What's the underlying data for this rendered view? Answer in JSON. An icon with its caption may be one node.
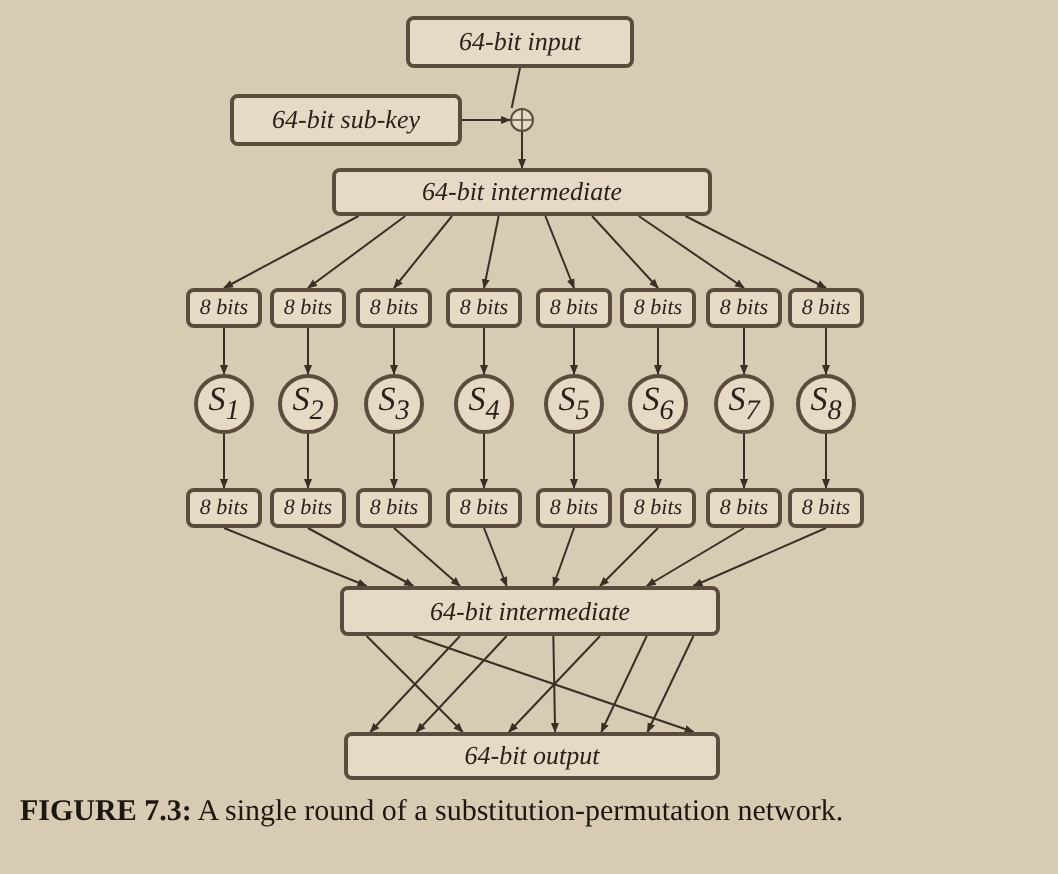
{
  "diagram": {
    "caption": "**FIGURE 7.3:** A single round of a substitution-permutation network.",
    "nodes": [
      {
        "text": [
          "64-bit input"
        ]
      },
      {
        "text": [
          "64-bit sub-key"
        ]
      },
      {
        "text": [],
        "shape": "circle"
      },
      {
        "text": [
          "64-bit intermediate"
        ]
      },
      {
        "text": [
          "8 bits"
        ]
      },
      {
        "text": [
          "8 bits"
        ]
      },
      {
        "text": [
          "8 bits"
        ]
      },
      {
        "text": [
          "8 bits"
        ]
      },
      {
        "text": [
          "8 bits"
        ]
      },
      {
        "text": [
          "8 bits"
        ]
      },
      {
        "text": [
          "8 bits"
        ]
      },
      {
        "text": [
          "8 bits"
        ]
      },
      {
        "text": [
          "S$_{1}$"
        ]
      },
      {
        "text": [
          "S$_{2}$"
        ]
      },
      {
        "text": [
          "S$_{3}$"
        ]
      },
      {
        "text": [
          "S$_{4}$"
        ]
      },
      {
        "text": [
          "S$_{5}$"
        ]
      },
      {
        "text": [
          "S$_{6}$"
        ]
      },
      {
        "text": [
          "S$_{7}$"
        ]
      },
      {
        "text": [
          "S$_{8}$"
        ]
      },
      {
        "text": [
          "8 bits"
        ]
      },
      {
        "text": [
          "8 bits"
        ]
      },
      {
        "text": [
          "8 bits"
        ]
      },
      {
        "text": [
          "8 bits"
        ]
      },
      {
        "text": [
          "8 bits"
        ]
      },
      {
        "text": [
          "8 bits"
        ]
      },
      {
        "text": [
          "8 bits"
        ]
      },
      {
        "text": [
          "8 bits"
        ]
      },
      {
        "text": [
          "64-bit intermediate"
        ]
      },
      {
        "text": [
          "64-bit output"
        ]
      }
    ],
    "edges": [
      {
        "from": 0,
        "to": 2,
        "arrow": "none"
      },
      {
        "from": 1,
        "to": 2,
        "arrow": "to"
      },
      {
        "from": 2,
        "to": 3,
        "arrow": "to"
      },
      {
        "from": 3,
        "to": 4,
        "arrow": "to"
      },
      {
        "from": 3,
        "to": 5,
        "arrow": "to"
      },
      {
        "from": 3,
        "to": 6,
        "arrow": "to"
      },
      {
        "from": 3,
        "to": 7,
        "arrow": "to"
      },
      {
        "from": 3,
        "to": 8,
        "arrow": "to"
      },
      {
        "from": 3,
        "to": 9,
        "arrow": "to"
      },
      {
        "from": 3,
        "to": 10,
        "arrow": "to"
      },
      {
        "from": 3,
        "to": 11,
        "arrow": "to"
      },
      {
        "from": 4,
        "to": 12,
        "arrow": "to"
      },
      {
        "from": 5,
        "to": 13,
        "arrow": "to"
      },
      {
        "from": 6,
        "to": 14,
        "arrow": "to"
      },
      {
        "from": 7,
        "to": 15,
        "arrow": "to"
      },
      {
        "from": 8,
        "to": 16,
        "arrow": "to"
      },
      {
        "from": 9,
        "to": 17,
        "arrow": "to"
      },
      {
        "from": 10,
        "to": 18,
        "arrow": "to"
      },
      {
        "from": 11,
        "to": 19,
        "arrow": "to"
      },
      {
        "from": 12,
        "to": 20,
        "arrow": "to"
      },
      {
        "from": 13,
        "to": 21,
        "arrow": "to"
      },
      {
        "from": 14,
        "to": 22,
        "arrow": "to"
      },
      {
        "from": 15,
        "to": 23,
        "arrow": "to"
      },
      {
        "from": 16,
        "to": 24,
        "arrow": "to"
      },
      {
        "from": 17,
        "to": 25,
        "arrow": "to"
      },
      {
        "from": 18,
        "to": 26,
        "arrow": "to"
      },
      {
        "from": 19,
        "to": 27,
        "arrow": "to"
      },
      {
        "from": 20,
        "to": 28,
        "arrow": "to"
      },
      {
        "from": 21,
        "to": 28,
        "arrow": "to"
      },
      {
        "from": 22,
        "to": 28,
        "arrow": "to"
      },
      {
        "from": 23,
        "to": 28,
        "arrow": "to"
      },
      {
        "from": 24,
        "to": 28,
        "arrow": "to"
      },
      {
        "from": 25,
        "to": 28,
        "arrow": "to"
      },
      {
        "from": 26,
        "to": 28,
        "arrow": "to"
      },
      {
        "from": 27,
        "to": 28,
        "arrow": "to"
      },
      {
        "from": 28,
        "to": 29,
        "arrow": "to"
      },
      {
        "from": 28,
        "to": 29,
        "arrow": "to"
      },
      {
        "from": 28,
        "to": 29,
        "arrow": "to"
      },
      {
        "from": 28,
        "to": 29,
        "arrow": "to"
      },
      {
        "from": 28,
        "to": 29,
        "arrow": "to"
      },
      {
        "from": 28,
        "to": 29,
        "arrow": "to"
      },
      {
        "from": 28,
        "to": 29,
        "arrow": "to"
      },
      {
        "from": 28,
        "to": 29,
        "arrow": "to"
      }
    ]
  }
}
